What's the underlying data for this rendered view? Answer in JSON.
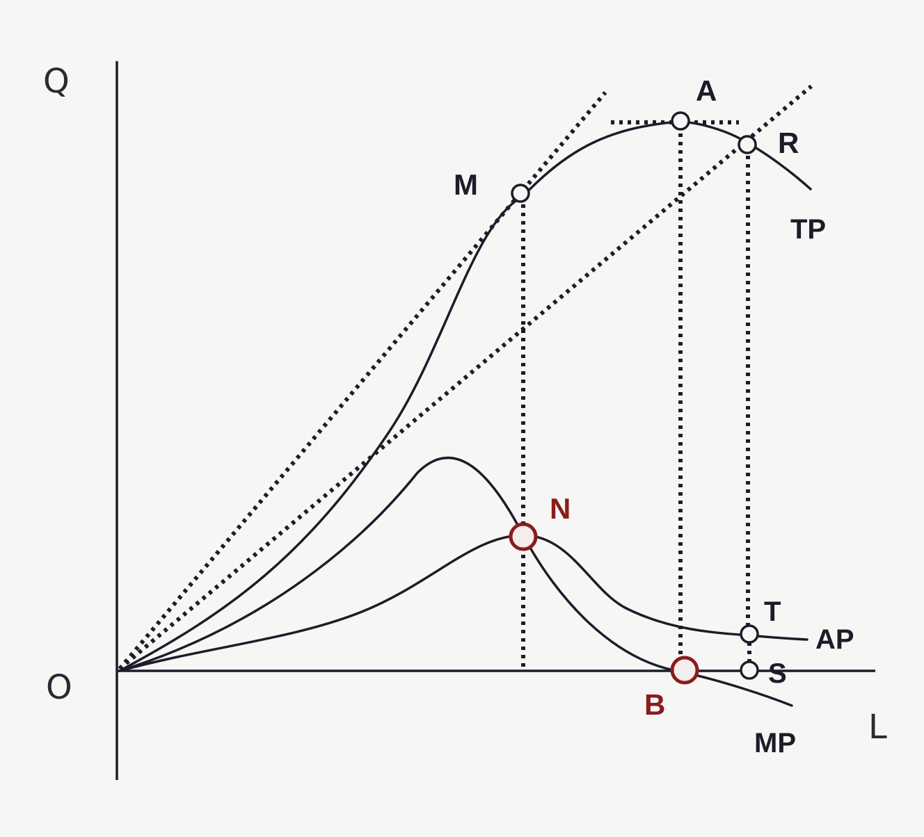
{
  "axes": {
    "y_label": "Q",
    "x_label": "L",
    "origin_label": "O"
  },
  "curves": {
    "tp": "TP",
    "ap": "AP",
    "mp": "MP"
  },
  "points": {
    "m": "M",
    "a": "A",
    "r": "R",
    "n": "N",
    "b": "B",
    "t": "T",
    "s": "S"
  },
  "colors": {
    "ink": "#1c1c2a",
    "highlight": "#8a1c1c",
    "background": "#f6f6f4"
  }
}
